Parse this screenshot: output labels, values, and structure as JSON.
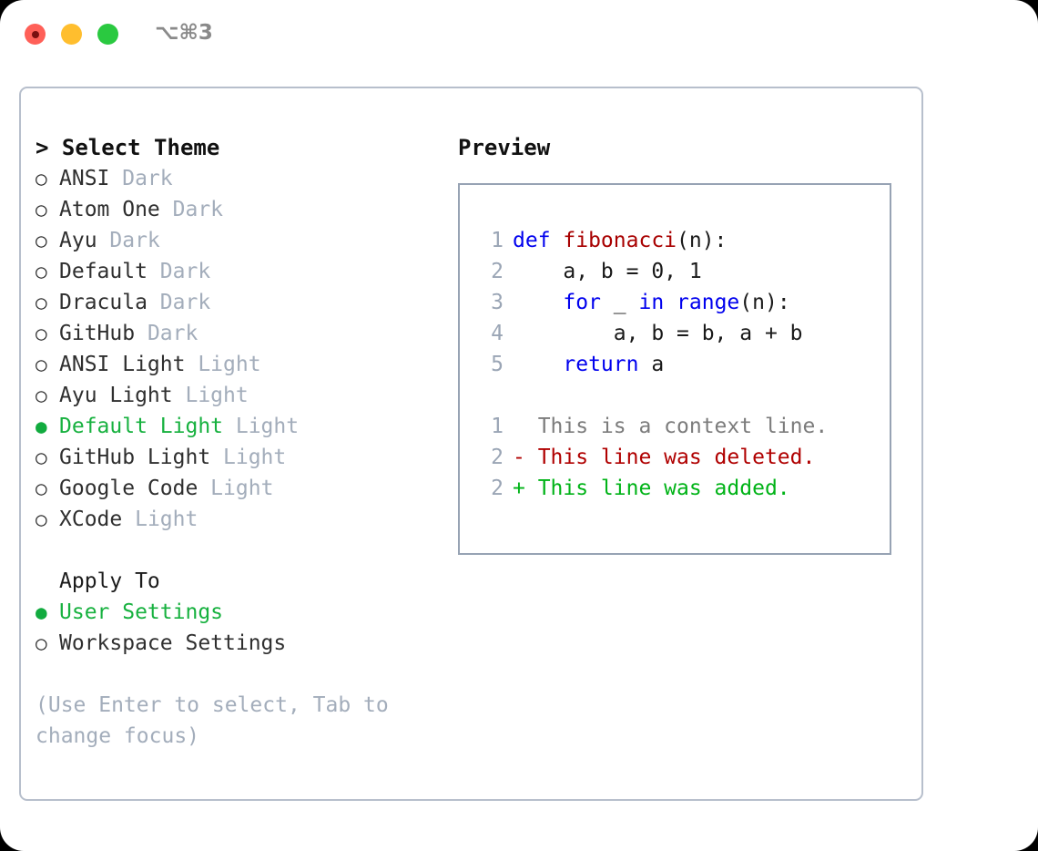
{
  "titlebar": {
    "shortcut": "⌥⌘3",
    "lights": [
      {
        "name": "close",
        "color": "#ff6058"
      },
      {
        "name": "minimize",
        "color": "#ffbe2e"
      },
      {
        "name": "maximize",
        "color": "#2ac940"
      }
    ]
  },
  "theme_panel": {
    "header": "> Select Theme",
    "themes": [
      {
        "marker": "○",
        "label": "ANSI",
        "tag": "Dark",
        "selected": false
      },
      {
        "marker": "○",
        "label": "Atom One",
        "tag": "Dark",
        "selected": false
      },
      {
        "marker": "○",
        "label": "Ayu",
        "tag": "Dark",
        "selected": false
      },
      {
        "marker": "○",
        "label": "Default",
        "tag": "Dark",
        "selected": false
      },
      {
        "marker": "○",
        "label": "Dracula",
        "tag": "Dark",
        "selected": false
      },
      {
        "marker": "○",
        "label": "GitHub",
        "tag": "Dark",
        "selected": false
      },
      {
        "marker": "○",
        "label": "ANSI Light",
        "tag": "Light",
        "selected": false
      },
      {
        "marker": "○",
        "label": "Ayu Light",
        "tag": "Light",
        "selected": false
      },
      {
        "marker": "●",
        "label": "Default Light",
        "tag": "Light",
        "selected": true
      },
      {
        "marker": "○",
        "label": "GitHub Light",
        "tag": "Light",
        "selected": false
      },
      {
        "marker": "○",
        "label": "Google Code",
        "tag": "Light",
        "selected": false
      },
      {
        "marker": "○",
        "label": "XCode",
        "tag": "Light",
        "selected": false
      }
    ],
    "apply_to": {
      "heading": "Apply To",
      "options": [
        {
          "marker": "●",
          "label": "User Settings",
          "selected": true
        },
        {
          "marker": "○",
          "label": "Workspace Settings",
          "selected": false
        }
      ]
    },
    "hint": "(Use Enter to select, Tab to change focus)"
  },
  "preview_panel": {
    "header": "Preview",
    "code_lines": [
      {
        "number": "1",
        "tokens": [
          {
            "text": "def ",
            "style": "kw"
          },
          {
            "text": "fibonacci",
            "style": "fn"
          },
          {
            "text": "(n):",
            "style": "plain"
          }
        ]
      },
      {
        "number": "2",
        "tokens": [
          {
            "text": "    a, b = 0, 1",
            "style": "plain"
          }
        ]
      },
      {
        "number": "3",
        "tokens": [
          {
            "text": "    ",
            "style": "plain"
          },
          {
            "text": "for",
            "style": "kw"
          },
          {
            "text": " _ ",
            "style": "plain"
          },
          {
            "text": "in",
            "style": "kw"
          },
          {
            "text": " ",
            "style": "plain"
          },
          {
            "text": "range",
            "style": "kw"
          },
          {
            "text": "(n):",
            "style": "plain"
          }
        ]
      },
      {
        "number": "4",
        "tokens": [
          {
            "text": "        a, b = b, a + b",
            "style": "plain"
          }
        ]
      },
      {
        "number": "5",
        "tokens": [
          {
            "text": "    ",
            "style": "plain"
          },
          {
            "text": "return",
            "style": "kw"
          },
          {
            "text": " a",
            "style": "plain"
          }
        ]
      }
    ],
    "diff_lines": [
      {
        "number": "1",
        "tokens": [
          {
            "text": "  This is a context line.",
            "style": "ctx"
          }
        ]
      },
      {
        "number": "2",
        "tokens": [
          {
            "text": "- This line was deleted.",
            "style": "del"
          }
        ]
      },
      {
        "number": "2",
        "tokens": [
          {
            "text": "+ This line was added.",
            "style": "add"
          }
        ]
      }
    ]
  },
  "colors": {
    "selected_green": "#17b13f",
    "marker_green": "#12ab3f",
    "muted": "#a3adbb",
    "keyword_blue": "#0000ee",
    "function_red": "#a80000",
    "diff_delete": "#b00000",
    "diff_add": "#00b317",
    "panel_border": "#b7bfcc",
    "preview_border": "#97a3b4"
  }
}
